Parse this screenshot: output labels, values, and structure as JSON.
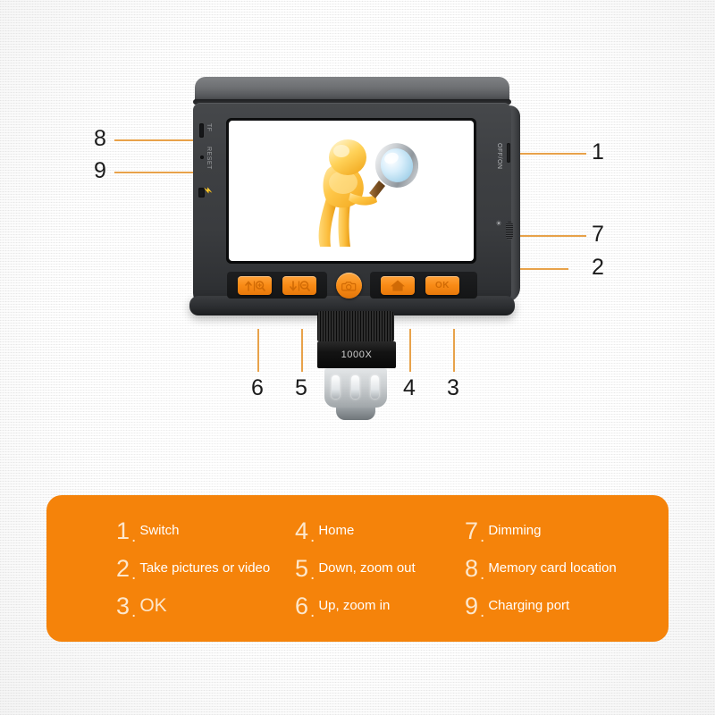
{
  "device": {
    "name": "digital-microscope",
    "lens_magnification": "1000X",
    "screen_content": "person-with-magnifier-illustration",
    "side_labels": {
      "tf_slot": "TF",
      "reset": "RESET",
      "charge_port": "charging-port-icon",
      "power_switch": "OFF/ON",
      "dimming": "dimming-dial-icon"
    },
    "buttons": [
      {
        "id": "up-zoom-in",
        "icon": "arrow-up-magnifier-plus",
        "label": ""
      },
      {
        "id": "down-zoom-out",
        "icon": "arrow-down-magnifier-minus",
        "label": ""
      },
      {
        "id": "shutter",
        "icon": "camera-icon",
        "label": ""
      },
      {
        "id": "home",
        "icon": "home-icon",
        "label": ""
      },
      {
        "id": "ok",
        "icon": "",
        "label": "OK"
      }
    ]
  },
  "callouts": [
    {
      "num": "1",
      "target": "power-switch"
    },
    {
      "num": "2",
      "target": "shutter-button"
    },
    {
      "num": "3",
      "target": "ok-button"
    },
    {
      "num": "4",
      "target": "home-button"
    },
    {
      "num": "5",
      "target": "down-button"
    },
    {
      "num": "6",
      "target": "up-button"
    },
    {
      "num": "7",
      "target": "dimming-dial"
    },
    {
      "num": "8",
      "target": "memory-card-slot"
    },
    {
      "num": "9",
      "target": "charging-port"
    }
  ],
  "legend": {
    "background_color": "#f5830a",
    "items": [
      {
        "num": "1",
        "dot": ".",
        "label": "Switch"
      },
      {
        "num": "2",
        "dot": ".",
        "label": "Take pictures or video"
      },
      {
        "num": "3",
        "dot": ".",
        "label": "OK"
      },
      {
        "num": "4",
        "dot": ".",
        "label": "Home"
      },
      {
        "num": "5",
        "dot": ".",
        "label": "Down, zoom out"
      },
      {
        "num": "6",
        "dot": ".",
        "label": "Up, zoom in"
      },
      {
        "num": "7",
        "dot": ".",
        "label": "Dimming"
      },
      {
        "num": "8",
        "dot": ".",
        "label": "Memory card location"
      },
      {
        "num": "9",
        "dot": ".",
        "label": "Charging port"
      }
    ]
  },
  "colors": {
    "accent_orange": "#f5830a",
    "leader_line": "#e8a24a",
    "device_body": "#3a3c3f",
    "callout_text": "#1b1b1b"
  }
}
